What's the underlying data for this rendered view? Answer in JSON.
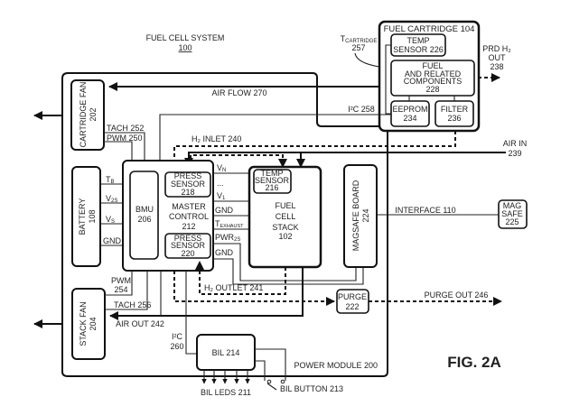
{
  "title": {
    "name": "FUEL CELL SYSTEM",
    "ref": "100"
  },
  "figure_label": "FIG. 2A",
  "blocks": {
    "fuel_cartridge": {
      "label": "FUEL CARTRIDGE 104"
    },
    "temp_sensor_226": {
      "line1": "TEMP",
      "line2": "SENSOR 226"
    },
    "fuel_components": {
      "line1": "FUEL",
      "line2": "AND RELATED",
      "line3": "COMPONENTS",
      "line4": "228"
    },
    "eeprom": {
      "line1": "EEPROM",
      "line2": "234"
    },
    "filter": {
      "line1": "FILTER",
      "line2": "236"
    },
    "cartridge_fan": {
      "line1": "CARTRIDGE FAN",
      "line2": "202"
    },
    "battery": {
      "line1": "BATTERY",
      "line2": "108"
    },
    "bmu": {
      "line1": "BMU",
      "line2": "206"
    },
    "master_control": {
      "line1": "MASTER",
      "line2": "CONTROL",
      "line3": "212"
    },
    "press_sensor_218": {
      "line1": "PRESS",
      "line2": "SENSOR",
      "line3": "218"
    },
    "press_sensor_220": {
      "line1": "PRESS",
      "line2": "SENSOR",
      "line3": "220"
    },
    "temp_sensor_216": {
      "line1": "TEMP",
      "line2": "SENSOR",
      "line3": "216"
    },
    "fuel_cell_stack": {
      "line1": "FUEL",
      "line2": "CELL",
      "line3": "STACK",
      "line4": "102"
    },
    "magsafe_board": {
      "line1": "MAGSAFE BOARD",
      "line2": "224"
    },
    "mag_safe": {
      "line1": "MAG",
      "line2": "SAFE",
      "line3": "225"
    },
    "stack_fan": {
      "line1": "STACK FAN",
      "line2": "204"
    },
    "purge": {
      "line1": "PURGE",
      "line2": "222"
    },
    "bil": {
      "label": "BIL 214"
    },
    "power_module": {
      "label": "POWER MODULE 200"
    }
  },
  "signals": {
    "t_cartridge": {
      "main": "T",
      "sub": "CARTRIDGE",
      "ref": "257"
    },
    "prd_h2_out": {
      "line1": "PRD H₂",
      "line2": "OUT",
      "line3": "238"
    },
    "air_flow": "AIR FLOW 270",
    "i2c_258": "I²C 258",
    "h2_inlet": "H₂ INLET 240",
    "air_in": {
      "line1": "AIR IN",
      "line2": "239"
    },
    "tach_252": "TACH 252",
    "pwm_250": "PWM 250",
    "tb": {
      "main": "T",
      "sub": "B"
    },
    "v2s": {
      "main": "V",
      "sub": "2S"
    },
    "vs": {
      "main": "V",
      "sub": "S"
    },
    "gnd_batt": "GND",
    "vn": {
      "main": "V",
      "sub": "N"
    },
    "ellipsis": "...",
    "v1": {
      "main": "V",
      "sub": "1"
    },
    "gnd_stack": "GND",
    "t_exhaust": {
      "main": "T",
      "sub": "EXHAUST"
    },
    "pwr_2s": {
      "main": "PWR",
      "sub": "2S"
    },
    "gnd_magsafe": "GND",
    "interface": "INTERFACE 110",
    "h2_outlet": "H₂ OUTLET 241",
    "pwm_254": {
      "line1": "PWM",
      "line2": "254"
    },
    "tach_256": "TACH 256",
    "air_out": "AIR OUT 242",
    "purge_out": "PURGE OUT 246",
    "i2c_260": {
      "line1": "I²C",
      "line2": "260"
    },
    "bil_leds": "BIL LEDS 211",
    "bil_button": "BIL BUTTON 213"
  }
}
